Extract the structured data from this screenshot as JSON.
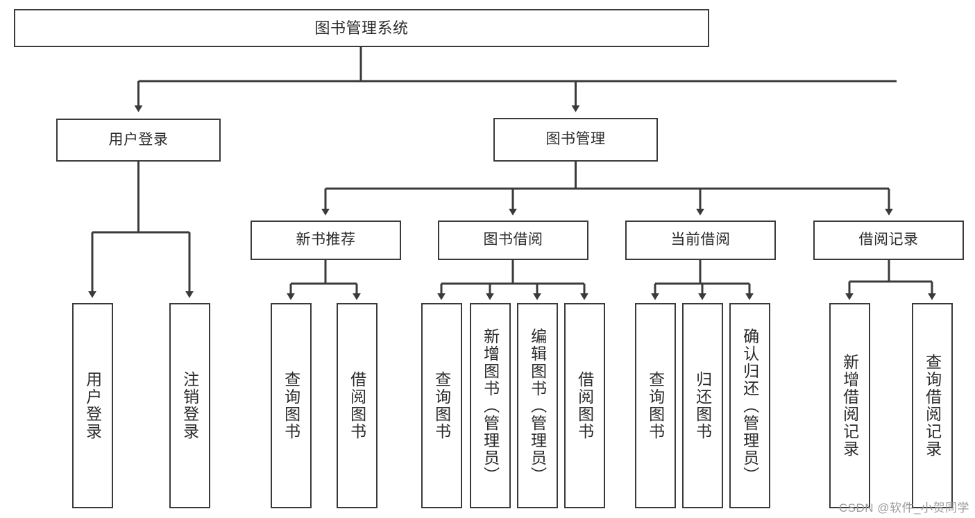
{
  "diagram": {
    "title": "图书管理系统",
    "watermark": "CSDN @软件_小贺同学",
    "line_color": "#3a3a3a",
    "text_color": "#2b2b2b",
    "background": "#ffffff",
    "levels": {
      "root": {
        "label": "图书管理系统"
      },
      "level2": [
        {
          "label": "用户登录"
        },
        {
          "label": "图书管理"
        }
      ],
      "level3": [
        {
          "label": "新书推荐"
        },
        {
          "label": "图书借阅"
        },
        {
          "label": "当前借阅"
        },
        {
          "label": "借阅记录"
        }
      ],
      "leaves": {
        "user_login": [
          {
            "label": "用户登录"
          },
          {
            "label": "注销登录"
          }
        ],
        "new_book_recommend": [
          {
            "label": "查询图书"
          },
          {
            "label": "借阅图书"
          }
        ],
        "book_borrow": [
          {
            "label": "查询图书"
          },
          {
            "label": "新增图书（管理员）"
          },
          {
            "label": "编辑图书（管理员）"
          },
          {
            "label": "借阅图书"
          }
        ],
        "current_borrow": [
          {
            "label": "查询图书"
          },
          {
            "label": "归还图书"
          },
          {
            "label": "确认归还（管理员）"
          }
        ],
        "borrow_record": [
          {
            "label": "新增借阅记录"
          },
          {
            "label": "查询借阅记录"
          }
        ]
      }
    }
  }
}
